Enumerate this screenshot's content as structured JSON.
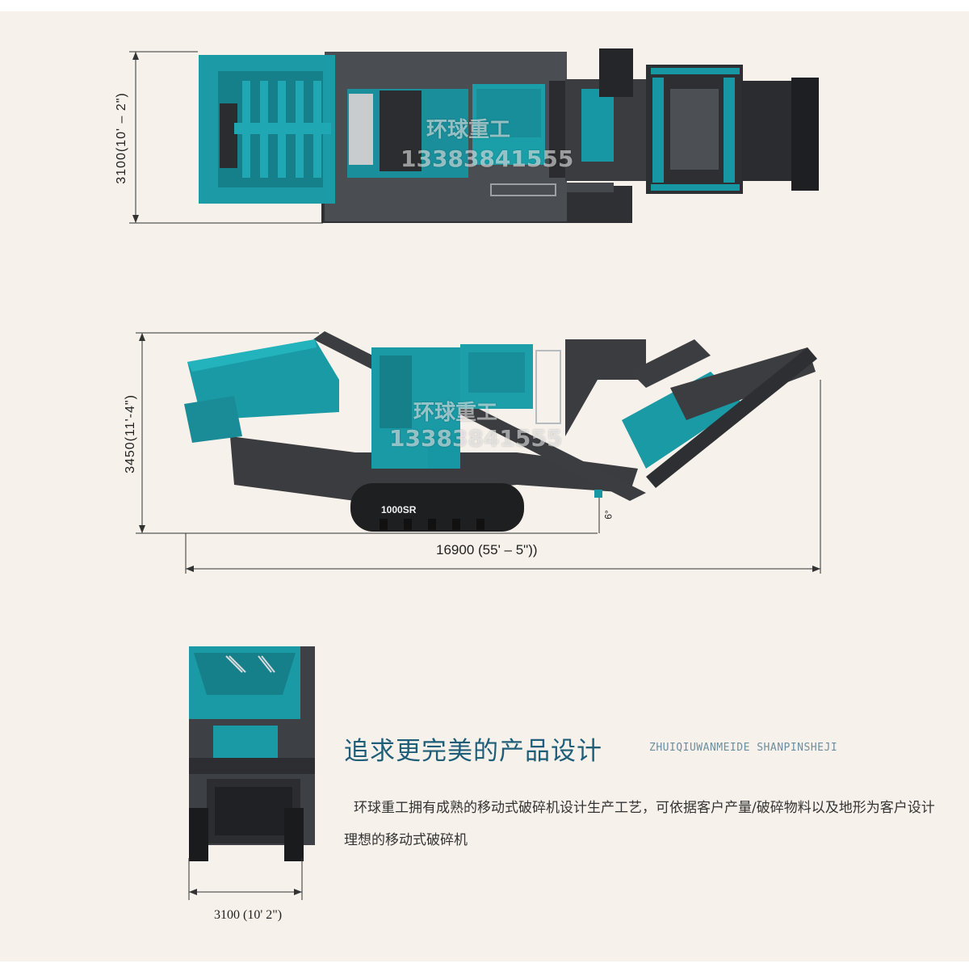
{
  "dimensions": {
    "top_width": "3100(10' – 2\")",
    "side_height": "3450(11'-4\")",
    "side_length": "16900 (55' – 5\"))",
    "side_angle": "6°",
    "model_label": "1000SR",
    "front_width": "3100 (10' 2\")"
  },
  "watermark": {
    "brand": "环球重工",
    "phone": "13383841555"
  },
  "section": {
    "title": "追求更完美的产品设计",
    "subtitle": "ZHUIQIUWANMEIDE SHANPINSHEJI",
    "description": "环球重工拥有成熟的移动式破碎机设计生产工艺，可依据客户产量/破碎物料以及地形为客户设计理想的移动式破碎机"
  },
  "colors": {
    "teal": "#1797a3",
    "dark": "#3b3d40",
    "background": "#f6f1ea"
  }
}
